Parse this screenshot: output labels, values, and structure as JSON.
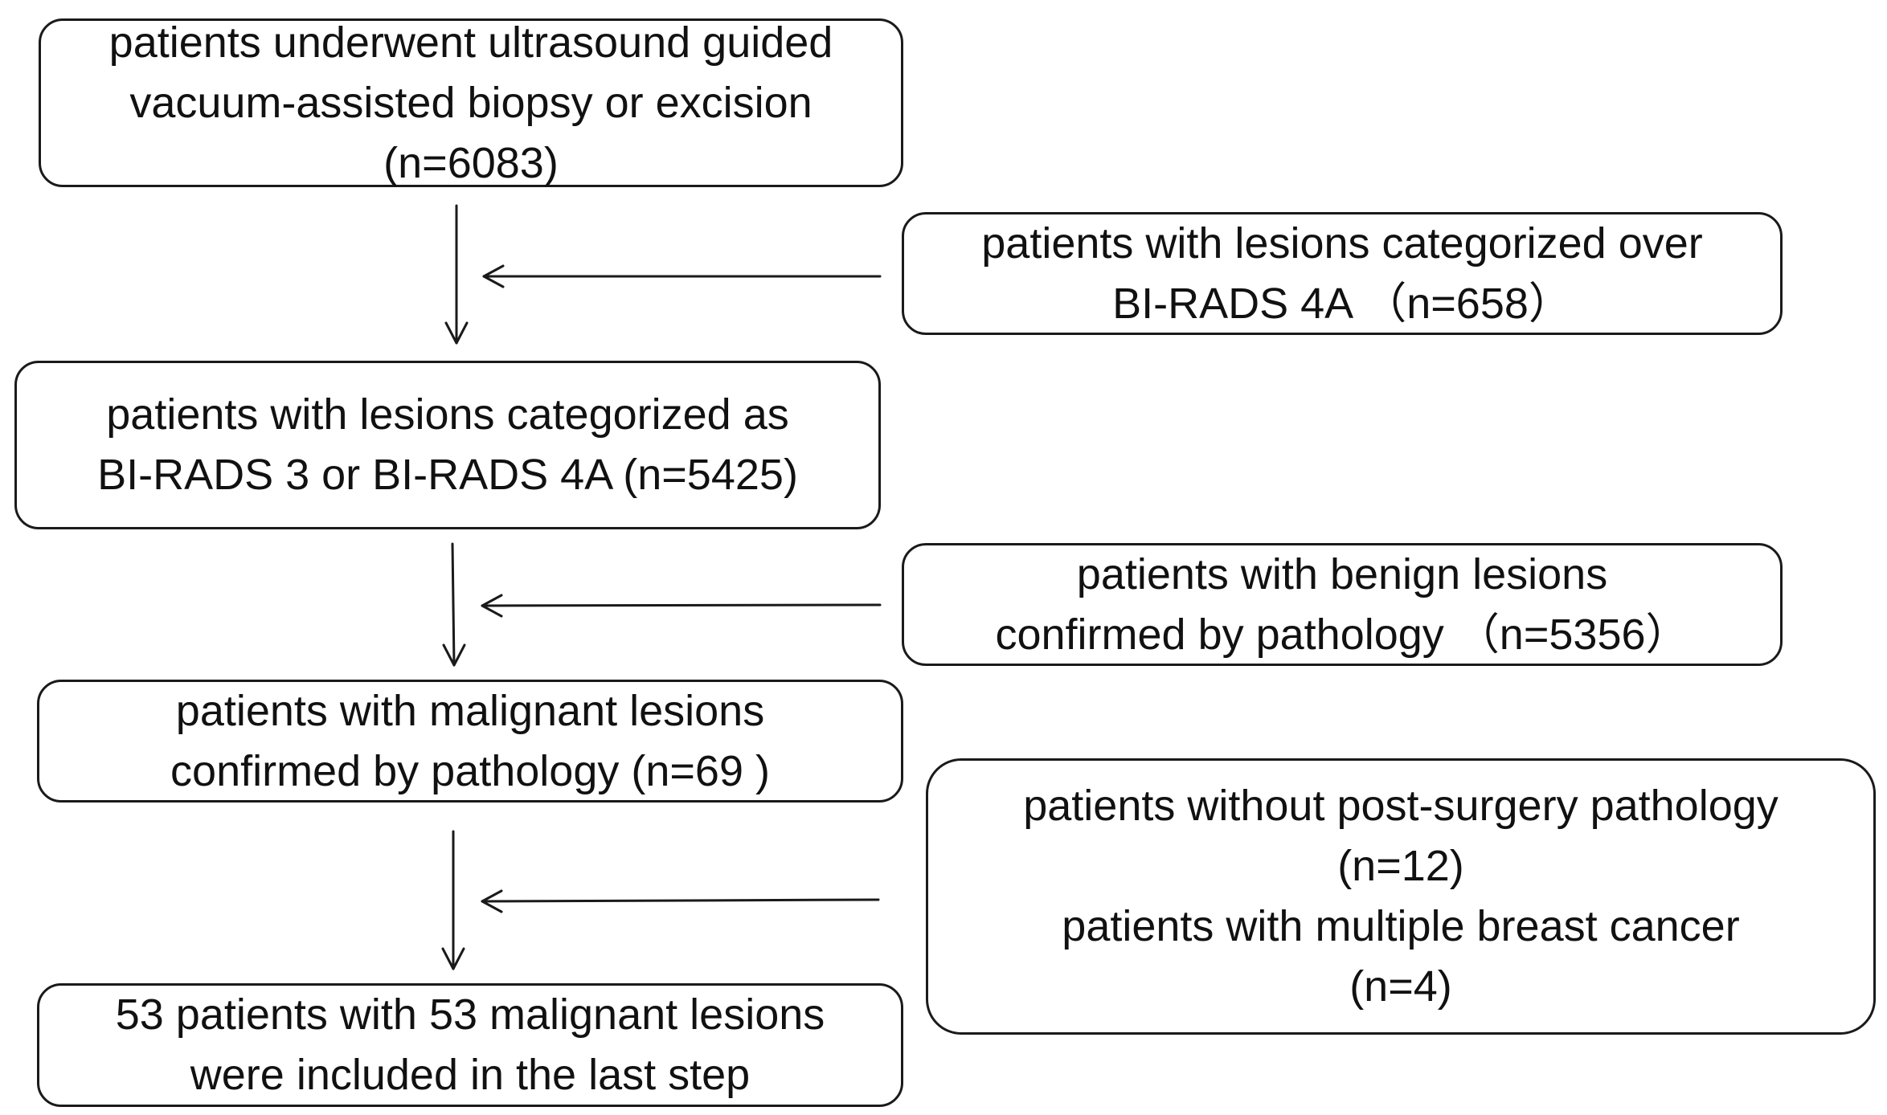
{
  "flowchart": {
    "main_steps": [
      {
        "lines": [
          "patients underwent ultrasound guided",
          "vacuum-assisted biopsy or excision",
          "(n=6083)"
        ]
      },
      {
        "lines": [
          "patients with lesions categorized as",
          "BI-RADS 3 or BI-RADS 4A (n=5425)"
        ]
      },
      {
        "lines": [
          "patients with  malignant lesions",
          "confirmed by pathology  (n=69 )"
        ]
      },
      {
        "lines": [
          "53 patients with  53 malignant lesions",
          "were included in the last step"
        ]
      }
    ],
    "exclusions": [
      {
        "lines": [
          "patients with  lesions categorized over",
          "BI-RADS 4A （n=658）"
        ]
      },
      {
        "lines": [
          "patients with  benign lesions",
          "confirmed by pathology （n=5356）"
        ]
      },
      {
        "lines": [
          "patients without post-surgery pathology",
          "(n=12)",
          "patients with multiple breast cancer",
          "(n=4)"
        ]
      }
    ]
  },
  "colors": {
    "stroke": "#1a1a1a",
    "background": "#ffffff"
  }
}
